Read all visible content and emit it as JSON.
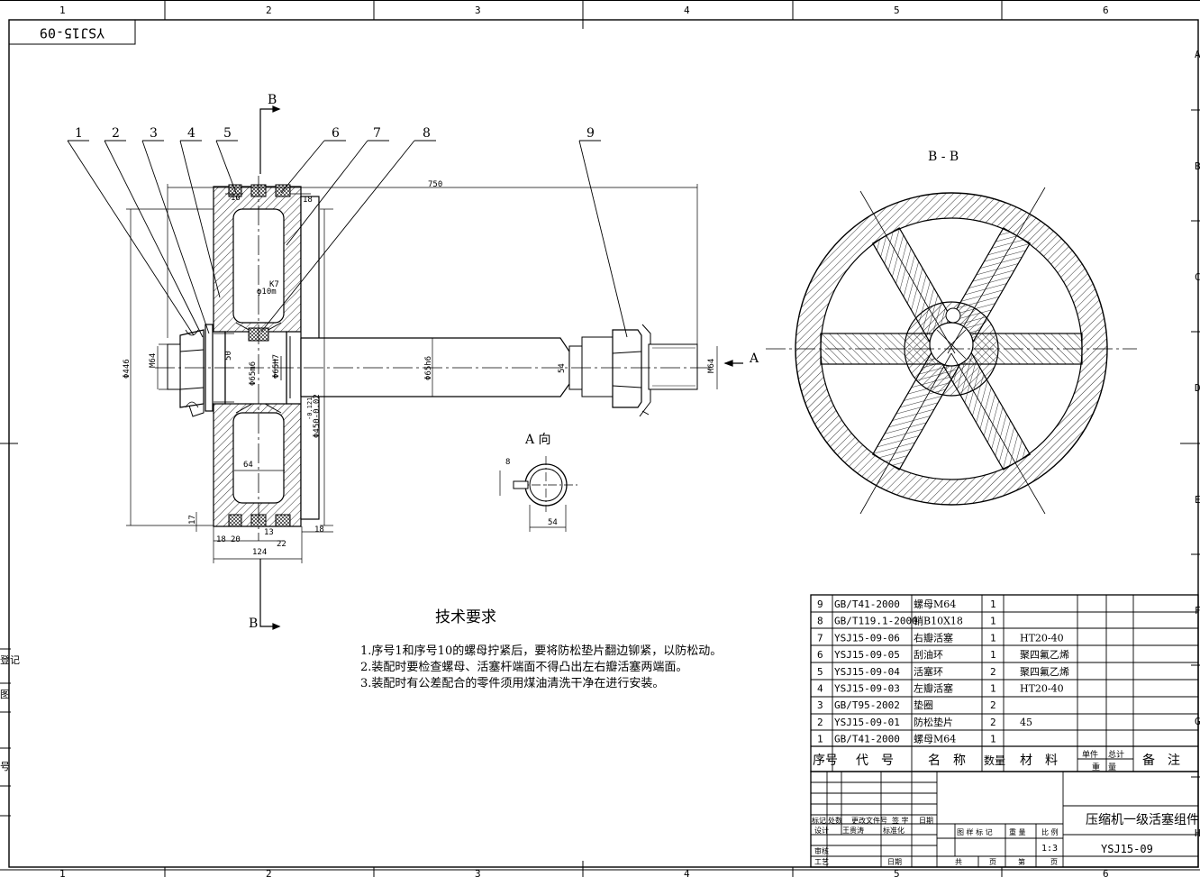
{
  "frame": {
    "col_labels": [
      "1",
      "2",
      "3",
      "4",
      "5",
      "6"
    ],
    "row_labels": [
      "A",
      "B",
      "C",
      "D",
      "E",
      "F",
      "G",
      "H"
    ],
    "corner_code": "YSJ15-09"
  },
  "left_strip": {
    "labels": [
      "登记",
      "图",
      "",
      "号",
      "",
      ""
    ]
  },
  "section_marks": {
    "b_top": "B",
    "b_bottom": "B",
    "a_arrow": "A"
  },
  "balloons": [
    "1",
    "2",
    "3",
    "4",
    "5",
    "6",
    "7",
    "8",
    "9"
  ],
  "dimensions": {
    "d16": "16",
    "d18a": "18",
    "d750": "750",
    "d10": "φ10m",
    "dk7": "K7",
    "d446": "Φ446",
    "m64_left": "M64",
    "d50": "50",
    "d65a": "Φ65m6",
    "d65b": "Φ65H7",
    "d450": "Φ450-0.02",
    "d450tol": "-0.121",
    "d65h6": "Φ65h6",
    "d54a": "54",
    "m64_right": "M64",
    "d64": "64",
    "d17": "17",
    "d18b": "18",
    "d20": "20",
    "d13": "13",
    "d22": "22",
    "d18c": "18",
    "d124": "124",
    "dA8": "8",
    "dA54": "54"
  },
  "view_labels": {
    "bb": "B - B",
    "a_view": "A 向"
  },
  "notes": {
    "title": "技术要求",
    "lines": [
      "1.序号1和序号10的螺母拧紧后，要将防松垫片翻边铆紧，以防松动。",
      "2.装配时要检查螺母、活塞杆端面不得凸出左右瓣活塞两端面。",
      "3.装配时有公差配合的零件须用煤油清洗干净在进行安装。"
    ]
  },
  "bom": {
    "rows": [
      {
        "no": "9",
        "code": "GB/T41-2000",
        "name": "螺母M64",
        "qty": "1",
        "mat": ""
      },
      {
        "no": "8",
        "code": "GB/T119.1-2000",
        "name": "销B10X18",
        "qty": "1",
        "mat": ""
      },
      {
        "no": "7",
        "code": "YSJ15-09-06",
        "name": "右瓣活塞",
        "qty": "1",
        "mat": "HT20-40"
      },
      {
        "no": "6",
        "code": "YSJ15-09-05",
        "name": "刮油环",
        "qty": "1",
        "mat": "聚四氟乙烯"
      },
      {
        "no": "5",
        "code": "YSJ15-09-04",
        "name": "活塞环",
        "qty": "2",
        "mat": "聚四氟乙烯"
      },
      {
        "no": "4",
        "code": "YSJ15-09-03",
        "name": "左瓣活塞",
        "qty": "1",
        "mat": "HT20-40"
      },
      {
        "no": "3",
        "code": "GB/T95-2002",
        "name": "垫圈",
        "qty": "2",
        "mat": ""
      },
      {
        "no": "2",
        "code": "YSJ15-09-01",
        "name": "防松垫片",
        "qty": "2",
        "mat": "45"
      },
      {
        "no": "1",
        "code": "GB/T41-2000",
        "name": "螺母M64",
        "qty": "1",
        "mat": ""
      }
    ],
    "header": {
      "no": "序号",
      "code": "代　号",
      "name": "名　称",
      "qty": "数量",
      "mat": "材　料",
      "unit_weight": "单件",
      "total_weight": "总计",
      "weight": "重　量",
      "remark": "备　注"
    }
  },
  "title_block": {
    "mark": "标记",
    "count": "处数",
    "change_doc": "更改文件号",
    "sign": "签 字",
    "date": "日期",
    "design": "设计",
    "designer": "王贵涛",
    "standard": "标准化",
    "review": "审核",
    "process": "工艺",
    "approve": "日期",
    "stage": "图 样 标 记",
    "weight": "重 量",
    "scale": "比 例",
    "scale_value": "1:3",
    "total": "共",
    "page": "页",
    "sheet": "第",
    "sheet_page": "页",
    "part_name": "压缩机一级活塞组件",
    "drawing_no": "YSJ15-09"
  }
}
